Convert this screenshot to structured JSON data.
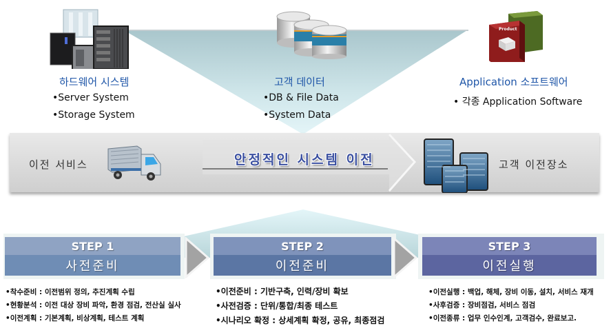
{
  "sources": [
    {
      "label": "하드웨어 시스템",
      "icon": "server-rack-icon",
      "items": [
        "Server System",
        "Storage System"
      ]
    },
    {
      "label": "고객 데이터",
      "icon": "database-icon",
      "items": [
        "DB & File Data",
        "System Data"
      ]
    },
    {
      "label": "Application 소프트웨어",
      "icon": "software-box-icon",
      "box_text": "Product",
      "items": [
        " 각종 Application Software"
      ]
    }
  ],
  "banner": {
    "left_label": "이전 서비스",
    "left_icon": "truck-icon",
    "center_label": "안정적인 시스템 이전",
    "right_icon": "office-buildings-icon",
    "right_label": "고객 이전장소"
  },
  "steps": [
    {
      "step_label": "STEP 1",
      "title": "사전준비",
      "top_color": "#8fa3c3",
      "bottom_color": "#6f8db5",
      "details": [
        "착수준비 : 이전범위 정의, 추진계획 수립",
        "현황분석 : 이전 대상 장비 파악, 환경 점검, 전산실 실사",
        "이전계획 : 기본계획, 비상계획, 테스트 계획"
      ]
    },
    {
      "step_label": "STEP 2",
      "title": "이전준비",
      "top_color": "#7f93bb",
      "bottom_color": "#5b76a4",
      "details": [
        "이전준비 : 기반구축, 인력/장비 확보",
        "사전검증 : 단위/통합/최종 테스트",
        "시나리오 확정 : 상세계획 확정, 공유, 최종점검"
      ]
    },
    {
      "step_label": "STEP 3",
      "title": "이전실행",
      "top_color": "#7c85b8",
      "bottom_color": "#5c65a0",
      "details": [
        "이전실행 : 백업, 해체, 장비 이동, 설치, 서비스 재개",
        "사후검증 : 장비점검, 서비스 점검",
        "이전종류 : 업무 인수인계, 고객검수, 완료보고."
      ]
    }
  ],
  "colors": {
    "label_blue": "#1f56a8",
    "banner_text": "#3a4fa0",
    "triangle_teal": "#b9d6dc"
  }
}
